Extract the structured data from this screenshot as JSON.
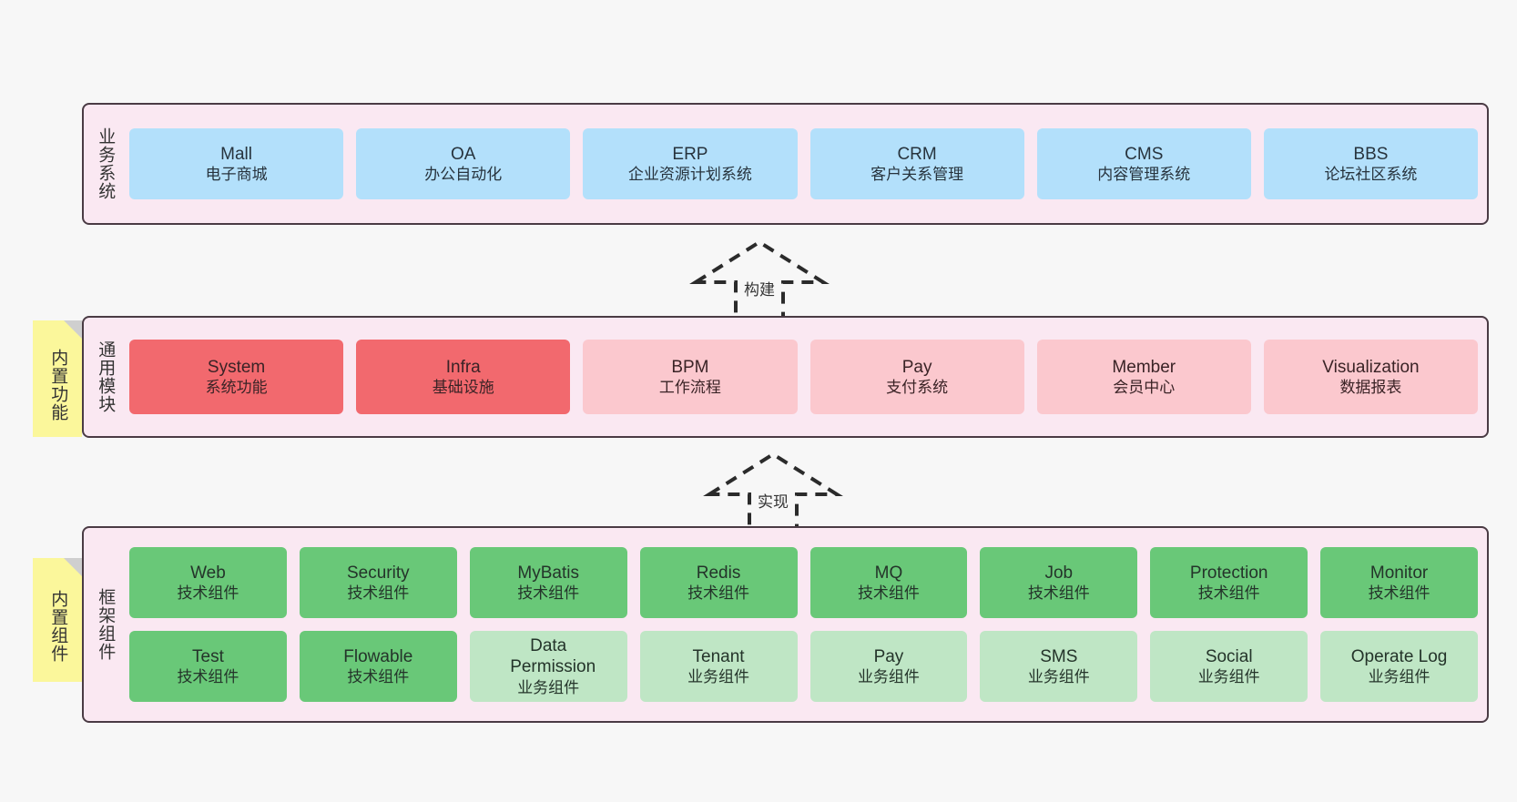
{
  "diagram": {
    "background": "#f7f7f7",
    "panel_fill": "#fae8f2",
    "panel_border": "#4a3b44",
    "note_fill": "#fbf79b"
  },
  "business_layer": {
    "title": "业务系统",
    "accent": "#b3e0fb",
    "cards": [
      {
        "en": "Mall",
        "cn": "电子商城"
      },
      {
        "en": "OA",
        "cn": "办公自动化"
      },
      {
        "en": "ERP",
        "cn": "企业资源计划系统"
      },
      {
        "en": "CRM",
        "cn": "客户关系管理"
      },
      {
        "en": "CMS",
        "cn": "内容管理系统"
      },
      {
        "en": "BBS",
        "cn": "论坛社区系统"
      }
    ]
  },
  "arrow_build": {
    "label": "构建"
  },
  "arrow_implement": {
    "label": "实现"
  },
  "common_layer": {
    "title": "通用模块",
    "note": "内置功能",
    "accent_strong": "#f2696e",
    "accent_soft": "#fbc8ce",
    "cards": [
      {
        "en": "System",
        "cn": "系统功能",
        "tone": "red"
      },
      {
        "en": "Infra",
        "cn": "基础设施",
        "tone": "red"
      },
      {
        "en": "BPM",
        "cn": "工作流程",
        "tone": "pink"
      },
      {
        "en": "Pay",
        "cn": "支付系统",
        "tone": "pink"
      },
      {
        "en": "Member",
        "cn": "会员中心",
        "tone": "pink"
      },
      {
        "en": "Visualization",
        "cn": "数据报表",
        "tone": "pink"
      }
    ]
  },
  "framework_layer": {
    "title": "框架组件",
    "note": "内置组件",
    "accent_strong": "#69c878",
    "accent_soft": "#bfe6c5",
    "row1": [
      {
        "en": "Web",
        "cn": "技术组件",
        "tone": "green"
      },
      {
        "en": "Security",
        "cn": "技术组件",
        "tone": "green"
      },
      {
        "en": "MyBatis",
        "cn": "技术组件",
        "tone": "green"
      },
      {
        "en": "Redis",
        "cn": "技术组件",
        "tone": "green"
      },
      {
        "en": "MQ",
        "cn": "技术组件",
        "tone": "green"
      },
      {
        "en": "Job",
        "cn": "技术组件",
        "tone": "green"
      },
      {
        "en": "Protection",
        "cn": "技术组件",
        "tone": "green"
      },
      {
        "en": "Monitor",
        "cn": "技术组件",
        "tone": "green"
      }
    ],
    "row2": [
      {
        "en": "Test",
        "cn": "技术组件",
        "tone": "green"
      },
      {
        "en": "Flowable",
        "cn": "技术组件",
        "tone": "green"
      },
      {
        "en": "Data Permission",
        "cn": "业务组件",
        "tone": "lightgreen"
      },
      {
        "en": "Tenant",
        "cn": "业务组件",
        "tone": "lightgreen"
      },
      {
        "en": "Pay",
        "cn": "业务组件",
        "tone": "lightgreen"
      },
      {
        "en": "SMS",
        "cn": "业务组件",
        "tone": "lightgreen"
      },
      {
        "en": "Social",
        "cn": "业务组件",
        "tone": "lightgreen"
      },
      {
        "en": "Operate Log",
        "cn": "业务组件",
        "tone": "lightgreen"
      }
    ]
  }
}
